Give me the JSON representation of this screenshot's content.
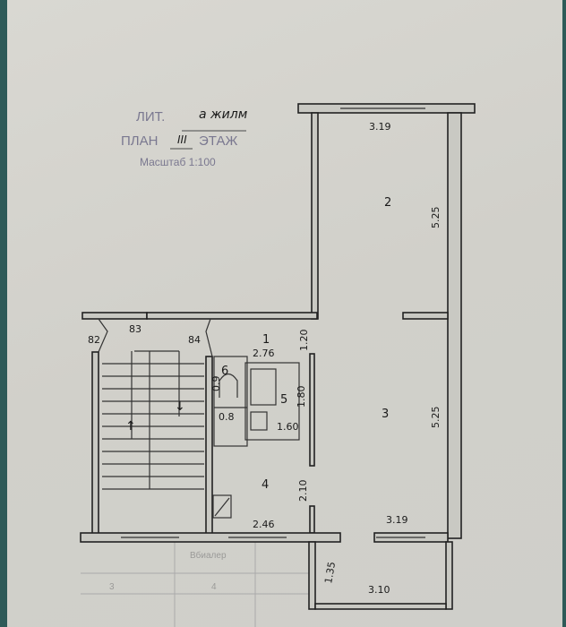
{
  "stamp": {
    "lit_label": "ЛИТ.",
    "lit_value": "а жилм",
    "plan_label": "ПЛАН",
    "floor_value": "III",
    "floor_label": "ЭТАЖ",
    "scale": "Масштаб 1:100"
  },
  "rooms": [
    {
      "number": "1",
      "width": "2.76",
      "depth": "1.20"
    },
    {
      "number": "2",
      "width": "3.19",
      "depth": "5.25"
    },
    {
      "number": "3",
      "width": "3.19",
      "depth": "5.25"
    },
    {
      "number": "4",
      "width": "2.46",
      "depth": "2.10"
    },
    {
      "number": "5",
      "width": "1.60",
      "depth": "1.80"
    },
    {
      "number": "6",
      "width": "0.8",
      "depth": "0.9"
    }
  ],
  "balcony": {
    "width": "3.10",
    "depth": "1.35"
  },
  "stair_labels": [
    "82",
    "83",
    "84"
  ],
  "table_faint": [
    "3",
    "4",
    "Вбиалер"
  ],
  "colors": {
    "ink": "#222222",
    "stamp": "#7a7890",
    "paper": "#d4d3cd"
  }
}
